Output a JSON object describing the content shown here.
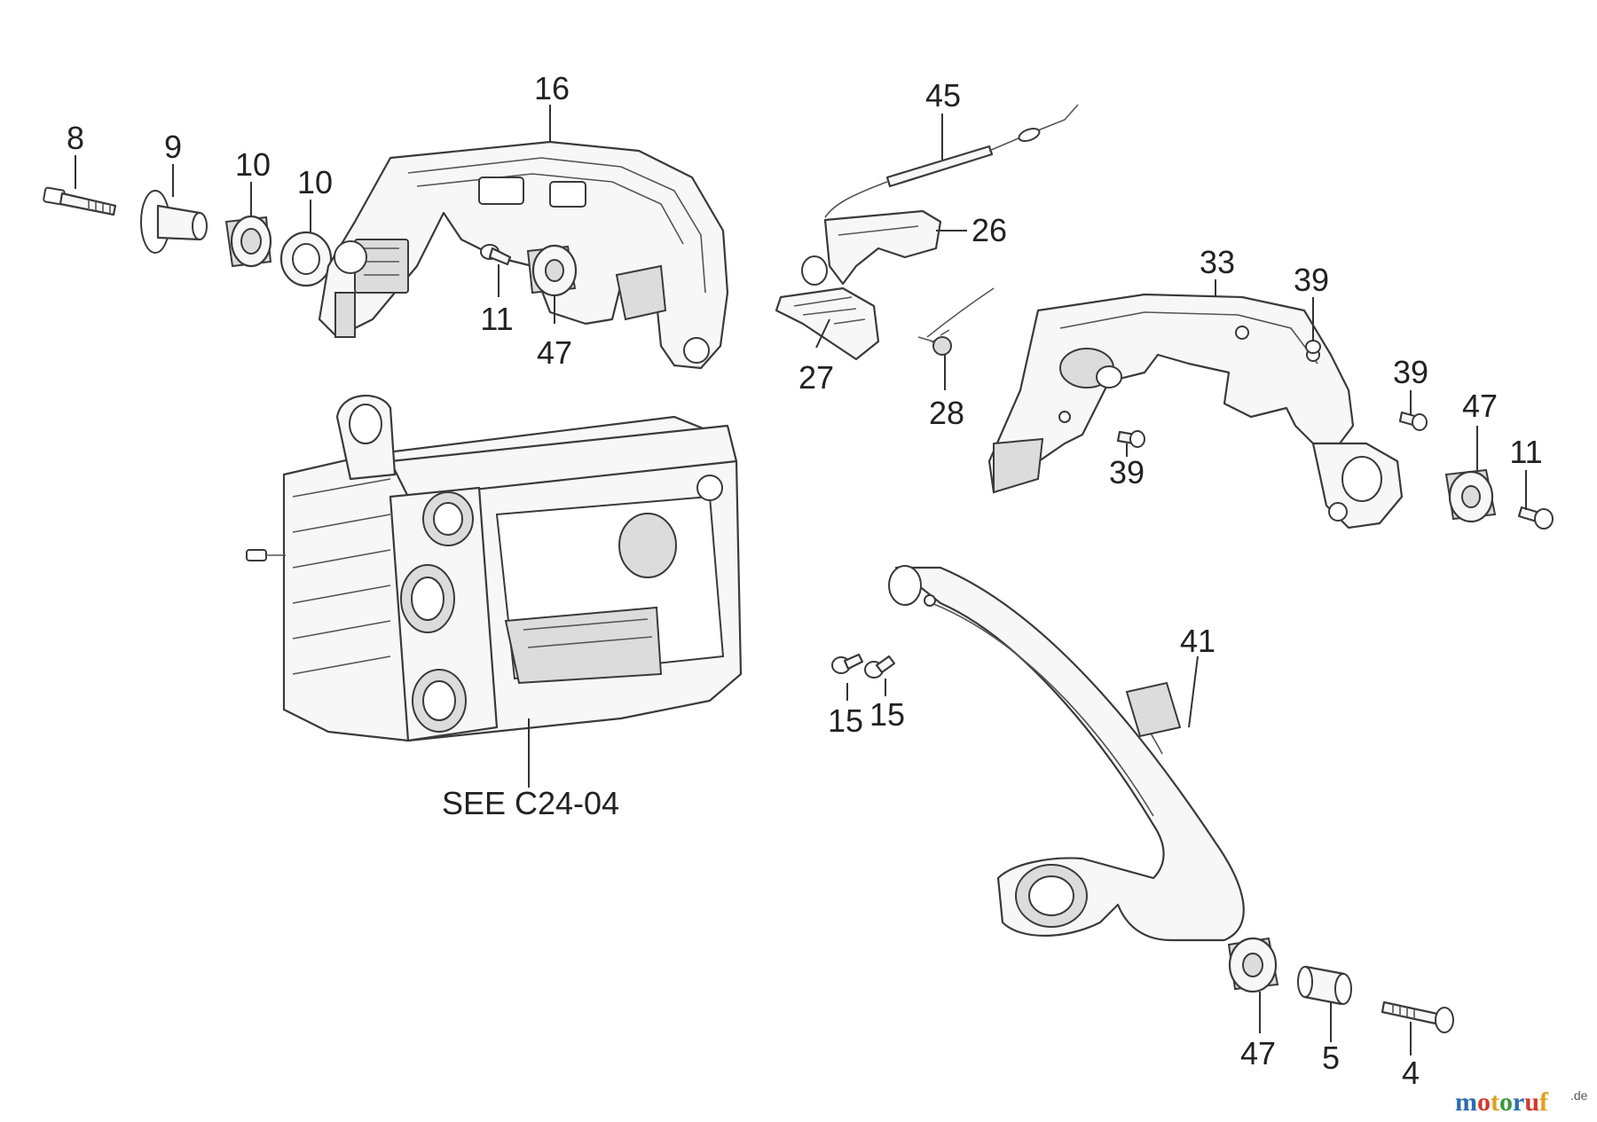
{
  "part_labels": {
    "p8": "8",
    "p9": "9",
    "p10a": "10",
    "p10b": "10",
    "p16": "16",
    "p11a": "11",
    "p47a": "47",
    "p45": "45",
    "p26": "26",
    "p27": "27",
    "p28": "28",
    "p33": "33",
    "p39a": "39",
    "p39b": "39",
    "p39c": "39",
    "p47b": "47",
    "p11b": "11",
    "p41": "41",
    "p15a": "15",
    "p15b": "15",
    "p47c": "47",
    "p5": "5",
    "p4": "4"
  },
  "reference": "SEE C24-04",
  "watermark": {
    "name": "motoruf",
    "suffix": ".de",
    "colors": [
      "#2b6cb0",
      "#d23a2a",
      "#e0a020",
      "#3a9a3a",
      "#2b6cb0",
      "#d23a2a",
      "#e0a020"
    ]
  }
}
